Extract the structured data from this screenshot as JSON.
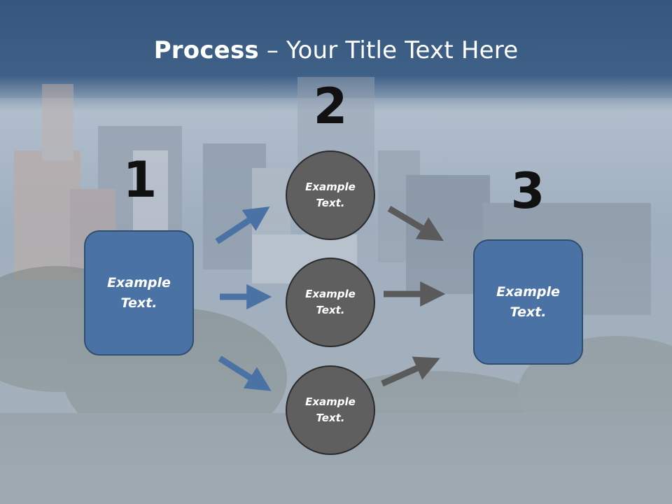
{
  "slide": {
    "title_bold": "Process",
    "title_rest": " – Your Title Text Here"
  },
  "steps": {
    "one": "1",
    "two": "2",
    "three": "3"
  },
  "left_box": {
    "label": "Example\nText."
  },
  "right_box": {
    "label": "Example\nText."
  },
  "circles": [
    {
      "label": "Example\nText."
    },
    {
      "label": "Example\nText."
    },
    {
      "label": "Example\nText."
    }
  ],
  "colors": {
    "header_blue": "#385a80",
    "box_blue": "#4a72a4",
    "arrow_blue": "#4a72a4",
    "circle_gray": "#5f5f5f",
    "arrow_gray": "#5a5a5a"
  }
}
